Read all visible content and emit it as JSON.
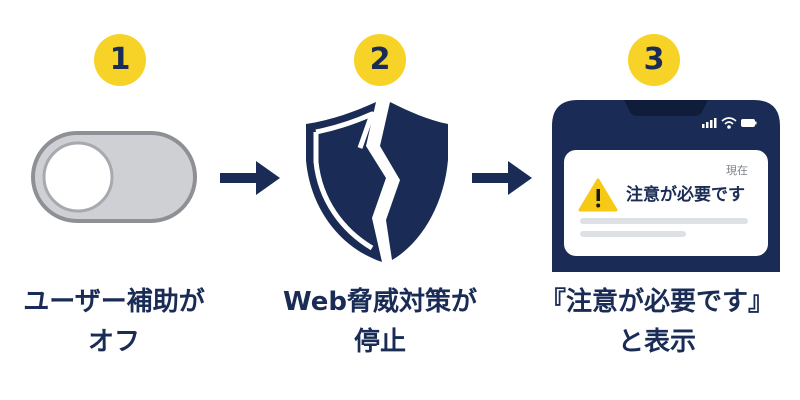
{
  "colors": {
    "badge": "#f7d227",
    "navy": "#1a2c55",
    "text": "#1a2c55",
    "toggle_track": "#cfd0d3",
    "toggle_knob": "#ffffff",
    "warning": "#f6c915",
    "placeholder_line": "#dde1e6"
  },
  "steps": [
    {
      "number": "1",
      "icon": "toggle-off-icon",
      "caption_lines": [
        "ユーザー補助が",
        "オフ"
      ]
    },
    {
      "number": "2",
      "icon": "broken-shield-icon",
      "caption_lines": [
        "Web脅威対策が",
        "停止"
      ]
    },
    {
      "number": "3",
      "icon": "phone-notification-icon",
      "caption_lines": [
        "『注意が必要です』",
        "と表示"
      ]
    }
  ],
  "arrows": [
    "arrow-right-icon",
    "arrow-right-icon"
  ],
  "notification": {
    "time_label": "現在",
    "message": "注意が必要です",
    "icon": "warning-triangle-icon",
    "status_icons": [
      "signal-icon",
      "wifi-icon",
      "battery-icon"
    ]
  }
}
